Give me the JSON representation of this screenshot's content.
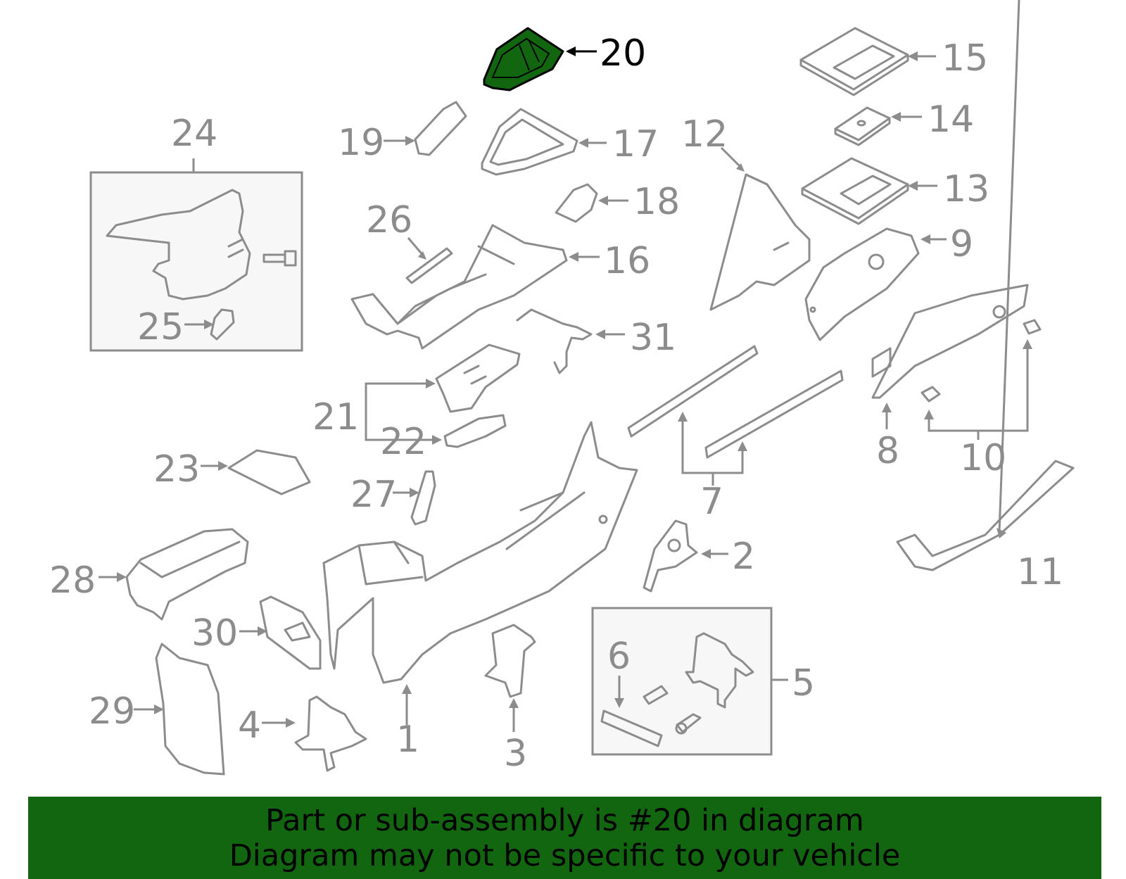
{
  "highlight": {
    "part_number": "20",
    "color": "#12660f"
  },
  "callouts": {
    "c1": "1",
    "c2": "2",
    "c3": "3",
    "c4": "4",
    "c5": "5",
    "c6": "6",
    "c7": "7",
    "c8": "8",
    "c9": "9",
    "c10": "10",
    "c11": "11",
    "c12": "12",
    "c13": "13",
    "c14": "14",
    "c15": "15",
    "c16": "16",
    "c17": "17",
    "c18": "18",
    "c19": "19",
    "c20": "20",
    "c21": "21",
    "c22": "22",
    "c23": "23",
    "c24": "24",
    "c25": "25",
    "c26": "26",
    "c27": "27",
    "c28": "28",
    "c29": "29",
    "c30": "30",
    "c31": "31"
  },
  "banner": {
    "line1": "Part or sub-assembly is #20 in diagram",
    "line2": "Diagram may not be specific to your vehicle"
  }
}
